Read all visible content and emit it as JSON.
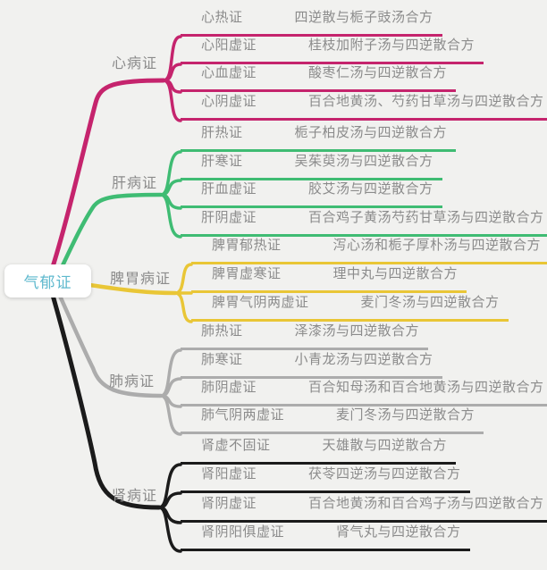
{
  "background_color": "#f1f1ef",
  "node_text_color": "#8b8b8b",
  "root": {
    "label": "气郁证",
    "text_color": "#5fb9ce",
    "box_color": "#ffffff"
  },
  "branches": [
    {
      "id": "heart",
      "label": "心病证",
      "color": "#c5246d",
      "children": [
        {
          "syndrome": "心热证",
          "prescription": "四逆散与栀子豉汤合方"
        },
        {
          "syndrome": "心阳虚证",
          "prescription": "桂枝加附子汤与四逆散合方"
        },
        {
          "syndrome": "心血虚证",
          "prescription": "酸枣仁汤与四逆散合方"
        },
        {
          "syndrome": "心阴虚证",
          "prescription": "百合地黄汤、芍药甘草汤与四逆散合方"
        }
      ]
    },
    {
      "id": "liver",
      "label": "肝病证",
      "color": "#3fbc73",
      "children": [
        {
          "syndrome": "肝热证",
          "prescription": "栀子柏皮汤与四逆散合方"
        },
        {
          "syndrome": "肝寒证",
          "prescription": "吴茱萸汤与四逆散合方"
        },
        {
          "syndrome": "肝血虚证",
          "prescription": "胶艾汤与四逆散合方"
        },
        {
          "syndrome": "肝阴虚证",
          "prescription": "百合鸡子黄汤芍药甘草汤与四逆散合方"
        }
      ]
    },
    {
      "id": "spleen-stomach",
      "label": "脾胃病证",
      "color": "#e9c636",
      "children": [
        {
          "syndrome": "脾胃郁热证",
          "prescription": "泻心汤和栀子厚朴汤与四逆散合方"
        },
        {
          "syndrome": "脾胃虚寒证",
          "prescription": "理中丸与四逆散合方"
        },
        {
          "syndrome": "脾胃气阴两虚证",
          "prescription": "麦门冬汤与四逆散合方"
        }
      ]
    },
    {
      "id": "lung",
      "label": "肺病证",
      "color": "#acacac",
      "children": [
        {
          "syndrome": "肺热证",
          "prescription": "泽漆汤与四逆散合方"
        },
        {
          "syndrome": "肺寒证",
          "prescription": "小青龙汤与四逆散合方"
        },
        {
          "syndrome": "肺阴虚证",
          "prescription": "百合知母汤和百合地黄汤与四逆散合方"
        },
        {
          "syndrome": "肺气阴两虚证",
          "prescription": "麦门冬汤与四逆散合方"
        }
      ]
    },
    {
      "id": "kidney",
      "label": "肾病证",
      "color": "#1b1b1b",
      "children": [
        {
          "syndrome": "肾虚不固证",
          "prescription": "天雄散与四逆散合方"
        },
        {
          "syndrome": "肾阳虚证",
          "prescription": "茯苓四逆汤与四逆散合方"
        },
        {
          "syndrome": "肾阴虚证",
          "prescription": "百合地黄汤和百合鸡子汤与四逆散合方"
        },
        {
          "syndrome": "肾阴阳俱虚证",
          "prescription": "肾气丸与四逆散合方"
        }
      ]
    }
  ]
}
